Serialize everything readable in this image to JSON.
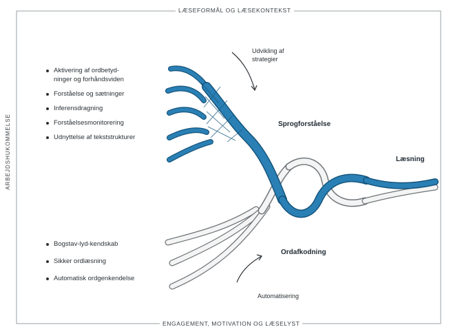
{
  "frame": {
    "top_label": "LÆSEFORMÅL OG LÆSEKONTEKST",
    "bottom_label": "ENGAGEMENT, MOTIVATION OG LÆSELYST",
    "left_label": "ARBEJDSHUKOMMELSE"
  },
  "language_comprehension": {
    "items": [
      "Aktivering af ordbetyd-\nninger og forhåndsviden",
      "Forståelse og sætninger",
      "Inferensdragning",
      "Forståelsesmonitorering",
      "Udnyttelse af tekststrukturer"
    ],
    "label": "Sprogforståelse",
    "arrow_note": "Udvikling af\nstrategier"
  },
  "decoding": {
    "items": [
      "Bogstav-lyd-kendskab",
      "Sikker ordlæsning",
      "Automatisk ordgenkendelse"
    ],
    "label": "Ordafkodning",
    "arrow_note": "Automatisering"
  },
  "reading": {
    "label": "Læsning"
  },
  "colors": {
    "blue_strand": "#2a80b4",
    "blue_stroke": "#16557d",
    "white_strand": "#f4f4f4",
    "white_stroke": "#6f7478",
    "frame_line": "#9aa0a5"
  },
  "icons": [
    "curved-arrow-icon",
    "curved-arrow-icon"
  ]
}
